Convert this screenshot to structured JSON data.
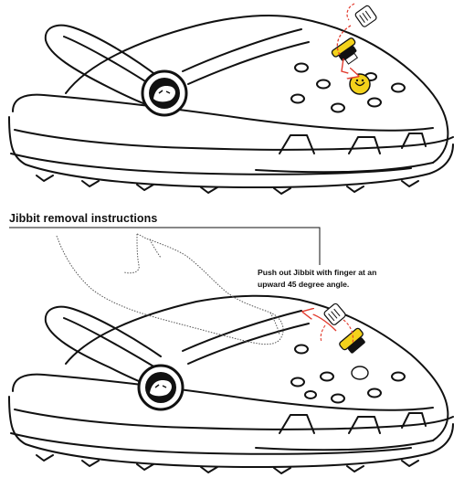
{
  "figure": {
    "heading": "Jibbit removal instructions",
    "callout": {
      "line1": "Push out Jibbit with finger at an",
      "line2": "upward 45 degree angle."
    },
    "colors": {
      "ink": "#111111",
      "jibbit_yellow": "#f3d21b",
      "arrow_red": "#e23b2e",
      "dashed": "#555555"
    },
    "icons": [
      "clog-icon",
      "croc-logo-icon",
      "jibbit-charm-icon",
      "finger-icon",
      "removal-arrow-icon"
    ]
  }
}
